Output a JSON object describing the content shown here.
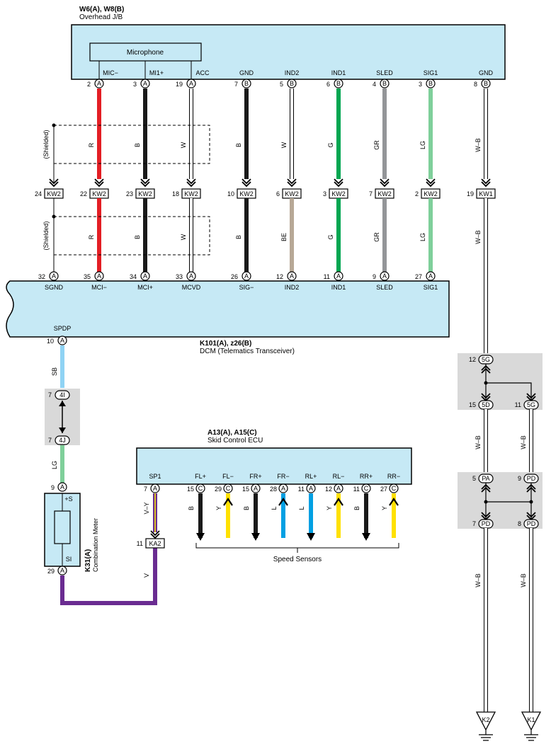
{
  "overhead_jb": {
    "id": "W6(A), W8(B)",
    "name": "Overhead J/B",
    "microphone": "Microphone",
    "pins": [
      {
        "label": "MIC−",
        "num": "2",
        "conn": "A"
      },
      {
        "label": "MI1+",
        "num": "3",
        "conn": "A"
      },
      {
        "label": "ACC",
        "num": "19",
        "conn": "A"
      },
      {
        "label": "GND",
        "num": "7",
        "conn": "B"
      },
      {
        "label": "IND2",
        "num": "5",
        "conn": "B"
      },
      {
        "label": "IND1",
        "num": "6",
        "conn": "B"
      },
      {
        "label": "SLED",
        "num": "4",
        "conn": "B"
      },
      {
        "label": "SIG1",
        "num": "3",
        "conn": "B"
      },
      {
        "label": "GND",
        "num": "8",
        "conn": "B"
      }
    ]
  },
  "upper_wires": [
    {
      "color_code": "R",
      "hex": "#e31e24"
    },
    {
      "color_code": "B",
      "hex": "#1a1a1a"
    },
    {
      "color_code": "W",
      "hex": "#ffffff"
    },
    {
      "color_code": "B",
      "hex": "#1a1a1a"
    },
    {
      "color_code": "W",
      "hex": "#ffffff"
    },
    {
      "color_code": "G",
      "hex": "#00a651"
    },
    {
      "color_code": "GR",
      "hex": "#939598"
    },
    {
      "color_code": "LG",
      "hex": "#7fcf9a"
    },
    {
      "color_code": "W–B",
      "hex": "#ffffff"
    }
  ],
  "shielded_label": "(Shielded)",
  "junction": {
    "connectors": [
      {
        "num": "24",
        "name": "KW2"
      },
      {
        "num": "22",
        "name": "KW2"
      },
      {
        "num": "23",
        "name": "KW2"
      },
      {
        "num": "18",
        "name": "KW2"
      },
      {
        "num": "10",
        "name": "KW2"
      },
      {
        "num": "6",
        "name": "KW2"
      },
      {
        "num": "3",
        "name": "KW2"
      },
      {
        "num": "7",
        "name": "KW2"
      },
      {
        "num": "2",
        "name": "KW2"
      },
      {
        "num": "19",
        "name": "KW1"
      }
    ]
  },
  "lower_wires": [
    {
      "color_code": "R",
      "hex": "#e31e24"
    },
    {
      "color_code": "B",
      "hex": "#1a1a1a"
    },
    {
      "color_code": "W",
      "hex": "#ffffff"
    },
    {
      "color_code": "B",
      "hex": "#1a1a1a"
    },
    {
      "color_code": "BE",
      "hex": "#b7a896"
    },
    {
      "color_code": "G",
      "hex": "#00a651"
    },
    {
      "color_code": "GR",
      "hex": "#939598"
    },
    {
      "color_code": "LG",
      "hex": "#7fcf9a"
    },
    {
      "color_code": "W–B",
      "hex": "#ffffff"
    }
  ],
  "dcm": {
    "id": "K101(A), z26(B)",
    "name": "DCM (Telematics Transceiver)",
    "pins": [
      {
        "label": "SGND",
        "num": "32",
        "conn": "A"
      },
      {
        "label": "MCI−",
        "num": "35",
        "conn": "A"
      },
      {
        "label": "MCI+",
        "num": "34",
        "conn": "A"
      },
      {
        "label": "MCVD",
        "num": "33",
        "conn": "A"
      },
      {
        "label": "SIG−",
        "num": "26",
        "conn": "A"
      },
      {
        "label": "IND2",
        "num": "12",
        "conn": "A"
      },
      {
        "label": "IND1",
        "num": "11",
        "conn": "A"
      },
      {
        "label": "SLED",
        "num": "9",
        "conn": "A"
      },
      {
        "label": "SIG1",
        "num": "27",
        "conn": "A"
      }
    ],
    "spdp": {
      "label": "SPDP",
      "num": "10",
      "conn": "A"
    }
  },
  "spd_circuit": {
    "wire1": {
      "color_code": "SB",
      "hex": "#8fd3f4"
    },
    "conn_top": {
      "num": "7",
      "name": "4I"
    },
    "conn_bottom": {
      "num": "7",
      "name": "4J"
    },
    "wire2": {
      "color_code": "LG",
      "hex": "#7fcf9a"
    },
    "meter_pin_top": {
      "num": "9",
      "conn": "A",
      "label": "+S"
    },
    "meter_pin_bottom": {
      "num": "29",
      "conn": "A",
      "label": "SI"
    },
    "meter_id": "K31(A)",
    "meter_name": "Combination Meter",
    "wire3": {
      "color_code": "V",
      "hex": "#6a2c91"
    }
  },
  "skid_ecu": {
    "id": "A13(A), A15(C)",
    "name": "Skid Control ECU",
    "sp1": {
      "label": "SP1",
      "num": "7",
      "conn": "A"
    },
    "sp1_wire": {
      "color_code": "V–Y",
      "hex": "#6a2c91",
      "stripe": "#fff200"
    },
    "ka2": {
      "num": "11",
      "name": "KA2"
    },
    "pins": [
      {
        "label": "FL+",
        "num": "15",
        "conn": "C",
        "wire": "B",
        "hex": "#1a1a1a",
        "dir": "down"
      },
      {
        "label": "FL−",
        "num": "29",
        "conn": "C",
        "wire": "Y",
        "hex": "#ffe100",
        "dir": "up"
      },
      {
        "label": "FR+",
        "num": "15",
        "conn": "A",
        "wire": "B",
        "hex": "#1a1a1a",
        "dir": "down"
      },
      {
        "label": "FR−",
        "num": "28",
        "conn": "A",
        "wire": "L",
        "hex": "#00a0e3",
        "dir": "up"
      },
      {
        "label": "RL+",
        "num": "11",
        "conn": "A",
        "wire": "L",
        "hex": "#00a0e3",
        "dir": "down"
      },
      {
        "label": "RL−",
        "num": "12",
        "conn": "A",
        "wire": "Y",
        "hex": "#ffe100",
        "dir": "up"
      },
      {
        "label": "RR+",
        "num": "11",
        "conn": "C",
        "wire": "B",
        "hex": "#1a1a1a",
        "dir": "down"
      },
      {
        "label": "RR−",
        "num": "27",
        "conn": "C",
        "wire": "Y",
        "hex": "#ffe100",
        "dir": "up"
      }
    ],
    "speed_sensors": "Speed Sensors"
  },
  "ground_circuit": {
    "splice1": {
      "top_num": "12",
      "top_name": "5G",
      "left_num": "15",
      "left_name": "5D",
      "right_num": "11",
      "right_name": "5G"
    },
    "wires_mid": [
      "W–B",
      "W–B"
    ],
    "splice2": {
      "top_left_num": "5",
      "top_left_name": "PA",
      "top_right_num": "9",
      "top_right_name": "PD",
      "bottom_left_num": "7",
      "bottom_left_name": "PD",
      "bottom_right_num": "8",
      "bottom_right_name": "PD"
    },
    "wires_low": [
      "W–B",
      "W–B"
    ],
    "grounds": [
      "K2",
      "K1"
    ]
  }
}
